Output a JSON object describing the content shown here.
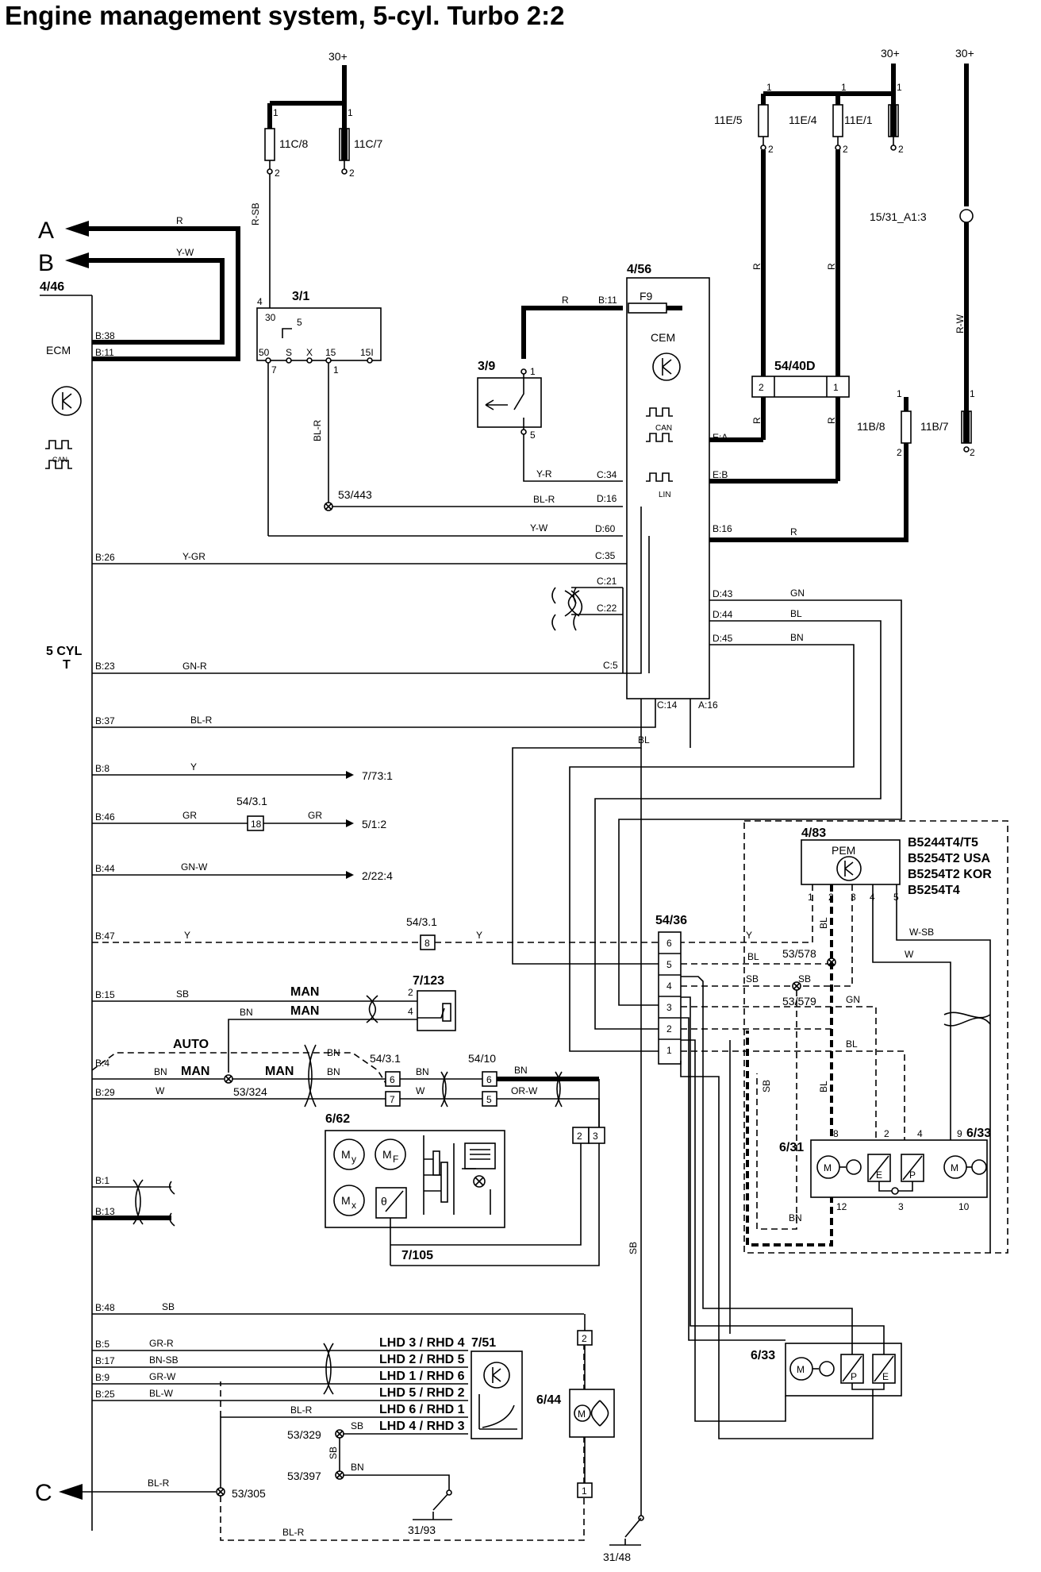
{
  "title": "Engine management system, 5-cyl. Turbo 2:2",
  "supplies": {
    "left": "30+",
    "mid": "30+",
    "right": "30+"
  },
  "fuses": {
    "f11c8": "11C/8",
    "f11c7": "11C/7",
    "f11e5": "11E/5",
    "f11e4": "11E/4",
    "f11e1": "11E/1",
    "f11b8": "11B/8",
    "f11b7": "11B/7",
    "f9": "F9"
  },
  "offpage": {
    "a": "A",
    "b": "B",
    "c": "C"
  },
  "ecm": {
    "id": "4/46",
    "name": "ECM",
    "can": "CAN",
    "variant": "5 CYL\nT",
    "pins": [
      "B:38",
      "B:11",
      "B:26",
      "B:23",
      "B:37",
      "B:8",
      "B:46",
      "B:44",
      "B:47",
      "B:15",
      "B:4",
      "B:29",
      "B:1",
      "B:13",
      "B:48",
      "B:5",
      "B:17",
      "B:9",
      "B:25"
    ]
  },
  "relay": {
    "id": "3/1",
    "pins": [
      "4",
      "30",
      "5",
      "50",
      "S",
      "X",
      "15",
      "15I",
      "7",
      "1"
    ]
  },
  "brake_switch": {
    "id": "3/9",
    "pins": [
      "1",
      "5"
    ]
  },
  "cem": {
    "id": "4/56",
    "name": "CEM",
    "can": "CAN",
    "lin": "LIN",
    "pins_left": [
      "B:11",
      "C:34",
      "D:16",
      "D:60",
      "C:35",
      "C:21",
      "C:22",
      "C:5"
    ],
    "pins_right": [
      "E:A",
      "E:B",
      "B:16",
      "D:43",
      "D:44",
      "D:45"
    ],
    "pins_bottom": [
      "C:14",
      "A:16"
    ]
  },
  "connectors": {
    "c5440d": "54/40D",
    "c5436": "54/36",
    "c5431": "54/3.1",
    "c5410": "54/10"
  },
  "nodes": {
    "n53_443": "53/443",
    "n15_31": "15/31_A1:3",
    "n53_578": "53/578",
    "n53_579": "53/579",
    "n53_324": "53/324",
    "n53_329": "53/329",
    "n53_397": "53/397",
    "n53_305": "53/305"
  },
  "refs": {
    "r7731": "7/73:1",
    "r512": "5/1:2",
    "r2224": "2/22:4"
  },
  "pem": {
    "id": "4/83",
    "name": "PEM",
    "variants": [
      "B5244T4/T5",
      "B5254T2 USA",
      "B5254T2 KOR",
      "B5254T4"
    ]
  },
  "wire_colors": {
    "r": "R",
    "yw": "Y-W",
    "rsb": "R-SB",
    "blr": "BL-R",
    "yr": "Y-R",
    "ygr": "Y-GR",
    "gnr": "GN-R",
    "y": "Y",
    "gr": "GR",
    "gnw": "GN-W",
    "sb": "SB",
    "bn": "BN",
    "w": "W",
    "orw": "OR-W",
    "bnsb": "BN-SB",
    "grr": "GR-R",
    "grw": "GR-W",
    "blw": "BL-W",
    "gn": "GN",
    "bl": "BL",
    "wsb": "W-SB",
    "rw": "R-W"
  },
  "labels": {
    "man": "MAN",
    "auto": "AUTO"
  },
  "components": {
    "c7123": "7/123",
    "c662": "6/62",
    "c7105": "7/105",
    "c631": "6/31",
    "c633": "6/33",
    "c751": "7/51",
    "c644": "6/44",
    "g3193": "31/93",
    "g3148": "31/48"
  },
  "motor_symbols": {
    "my": "M",
    "mf": "M",
    "mx": "M",
    "theta": "θ",
    "e": "E",
    "p": "P"
  },
  "lhd_rhd": [
    "LHD 3 / RHD 4",
    "LHD 2 / RHD 5",
    "LHD 1 / RHD 6",
    "LHD 5 / RHD 2",
    "LHD 6 / RHD 1",
    "LHD 4 / RHD 3"
  ]
}
